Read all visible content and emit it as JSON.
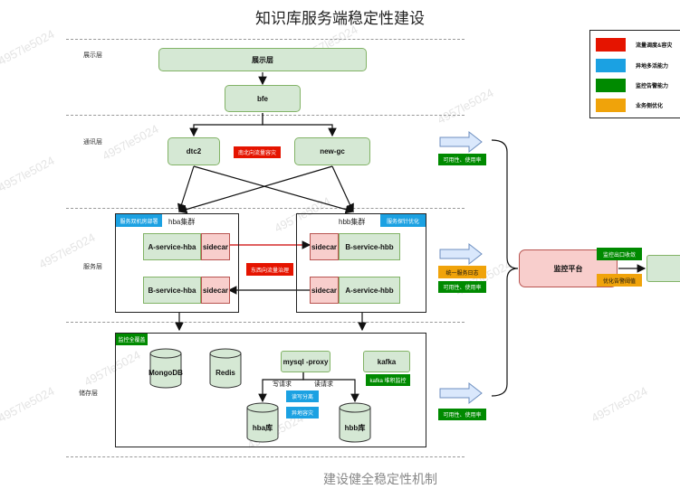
{
  "title": "知识库服务端稳定性建设",
  "caption": "建设健全稳定性机制",
  "layers": {
    "display": "展示层",
    "access": "通讯层",
    "service": "服务层",
    "storage": "储存层"
  },
  "display_box": "展示层",
  "bfe": "bfe",
  "dtc2": "dtc2",
  "newgc": "new-gc",
  "north_south_tag": "南北向流量容灾",
  "east_west_tag": "东西向流量治理",
  "hba": {
    "title": "hba集群",
    "tag": "服务双机房部署",
    "a_service": "A-service-hba",
    "b_service": "B-service-hba",
    "sidecar": "sidecar"
  },
  "hbb": {
    "title": "hbb集群",
    "tag": "服务探针优化",
    "a_service": "A-service-hbb",
    "b_service": "B-service-hbb",
    "sidecar": "sidecar"
  },
  "storage": {
    "tag": "监控全覆盖",
    "mongodb": "MongoDB",
    "redis": "Redis",
    "mysql_proxy": "mysql -proxy",
    "kafka": "kafka",
    "kafka_tag": "kafka 堆积监控",
    "write_req": "写请求",
    "read_req": "读请求",
    "rw_split": "读写分离",
    "geo_dr": "异地容灾",
    "hba_db": "hba库",
    "hbb_db": "hbb库"
  },
  "right": {
    "avail1": "可用性、使用率",
    "unified_log": "统一服务日志",
    "avail2": "可用性、使用率",
    "avail3": "可用性、使用率",
    "monitor_platform": "监控平台",
    "monitor_exit": "监控出口收敛",
    "alert_threshold": "优化告警阈值"
  },
  "legend": [
    {
      "label": "流量调度&容灾",
      "color": "#e51400"
    },
    {
      "label": "异地多活能力",
      "color": "#1ba1e2"
    },
    {
      "label": "监控告警能力",
      "color": "#008a00"
    },
    {
      "label": "业务侧优化",
      "color": "#f0a30a"
    }
  ],
  "watermark": "4957le5024"
}
